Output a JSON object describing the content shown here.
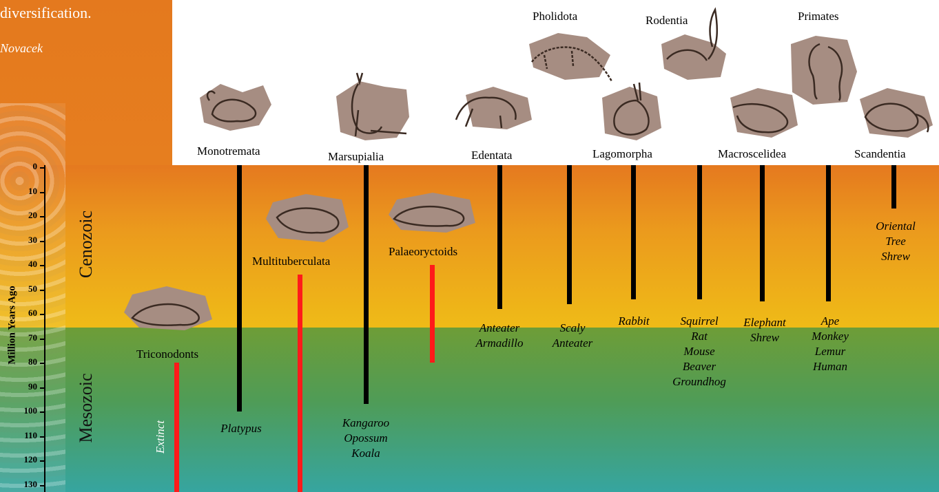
{
  "intro": {
    "line1": "diversification.",
    "line2": "Novacek"
  },
  "axis": {
    "title": "Million Years Ago",
    "ticks": [
      "0",
      "10",
      "20",
      "30",
      "40",
      "50",
      "60",
      "70",
      "80",
      "90",
      "100",
      "110",
      "120",
      "130"
    ]
  },
  "eras": {
    "cenozoic": "Cenozoic",
    "mesozoic": "Mesozoic"
  },
  "orders": [
    {
      "name": "Monotremata"
    },
    {
      "name": "Marsupialia"
    },
    {
      "name": "Edentata"
    },
    {
      "name": "Pholidota"
    },
    {
      "name": "Lagomorpha"
    },
    {
      "name": "Rodentia"
    },
    {
      "name": "Macroscelidea"
    },
    {
      "name": "Primates"
    },
    {
      "name": "Scandentia"
    }
  ],
  "extinct_groups": [
    {
      "name": "Triconodonts"
    },
    {
      "name": "Multituberculata"
    },
    {
      "name": "Palaeoryctoids"
    }
  ],
  "extinct_label": "Extinct",
  "species": {
    "monotremata": "Platypus",
    "marsupialia": "Kangaroo\nOpossum\nKoala",
    "edentata": "Anteater\nArmadillo",
    "pholidota": "Scaly\nAnteater",
    "lagomorpha": "Rabbit",
    "rodentia": "Squirrel\nRat\nMouse\nBeaver\nGroundhog",
    "macroscelidea": "Elephant\nShrew",
    "primates": "Ape\nMonkey\nLemur\nHuman",
    "scandentia": "Oriental\nTree\nShrew"
  },
  "lineages": [
    {
      "group": "Monotremata",
      "from_mya": 0,
      "to_mya": 100,
      "extinct": false
    },
    {
      "group": "Marsupialia",
      "from_mya": 0,
      "to_mya": 97,
      "extinct": false
    },
    {
      "group": "Edentata",
      "from_mya": 0,
      "to_mya": 58,
      "extinct": false
    },
    {
      "group": "Pholidota",
      "from_mya": 0,
      "to_mya": 56,
      "extinct": false
    },
    {
      "group": "Lagomorpha",
      "from_mya": 0,
      "to_mya": 54,
      "extinct": false
    },
    {
      "group": "Rodentia",
      "from_mya": 0,
      "to_mya": 54,
      "extinct": false
    },
    {
      "group": "Macroscelidea",
      "from_mya": 0,
      "to_mya": 55,
      "extinct": false
    },
    {
      "group": "Primates",
      "from_mya": 0,
      "to_mya": 55,
      "extinct": false
    },
    {
      "group": "Scandentia",
      "from_mya": 0,
      "to_mya": 17,
      "extinct": false
    },
    {
      "group": "Triconodonts",
      "from_mya": 80,
      "to_mya": 135,
      "extinct": true
    },
    {
      "group": "Multituberculata",
      "from_mya": 44,
      "to_mya": 135,
      "extinct": true
    },
    {
      "group": "Palaeoryctoids",
      "from_mya": 40,
      "to_mya": 80,
      "extinct": true
    }
  ],
  "colors": {
    "cenozoic_top": "#e5791f",
    "cenozoic_bottom": "#efbb17",
    "mesozoic_top": "#6e9d37",
    "mesozoic_bottom": "#36a5a0",
    "living_line": "#000000",
    "extinct_line": "#ff1a1a",
    "fossil_stone": "#a68d82"
  },
  "icons": [
    "platypus-icon",
    "kangaroo-icon",
    "anteater-icon",
    "pangolin-icon",
    "rabbit-icon",
    "squirrel-icon",
    "elephant-shrew-icon",
    "primate-icon",
    "tree-shrew-icon",
    "triconodont-icon",
    "multituberculate-icon",
    "palaeoryctoid-icon"
  ]
}
